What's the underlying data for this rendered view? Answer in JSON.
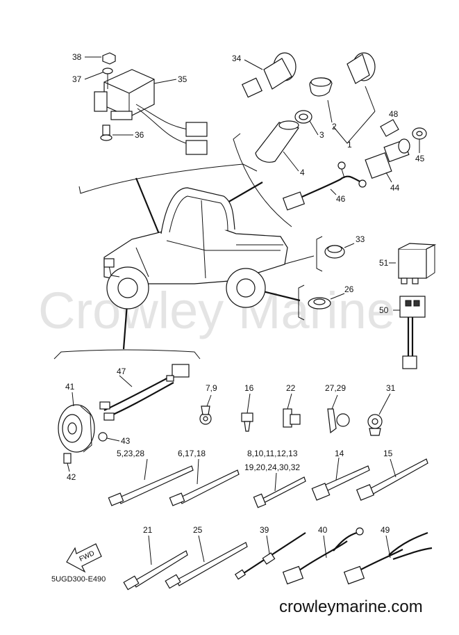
{
  "watermark": "Crowley Marine",
  "footer_code": "5UGD300-E490",
  "footer_site": "crowleymarine.com",
  "fwd_label": "FWD",
  "callouts": {
    "c38": "38",
    "c37": "37",
    "c35": "35",
    "c36": "36",
    "c34": "34",
    "c2": "2",
    "c3": "3",
    "c1": "1",
    "c4": "4",
    "c48": "48",
    "c45": "45",
    "c44": "44",
    "c46": "46",
    "c33": "33",
    "c51": "51",
    "c26": "26",
    "c50": "50",
    "c47": "47",
    "c41": "41",
    "c43": "43",
    "c42": "42",
    "c7_9": "7,9",
    "c16": "16",
    "c22": "22",
    "c27_29": "27,29",
    "c31": "31",
    "c5_23_28": "5,23,28",
    "c6_17_18": "6,17,18",
    "c8_13": "8,10,11,12,13",
    "c19_32": "19,20,24,30,32",
    "c14": "14",
    "c15": "15",
    "c21": "21",
    "c25": "25",
    "c39": "39",
    "c40": "40",
    "c49": "49"
  }
}
